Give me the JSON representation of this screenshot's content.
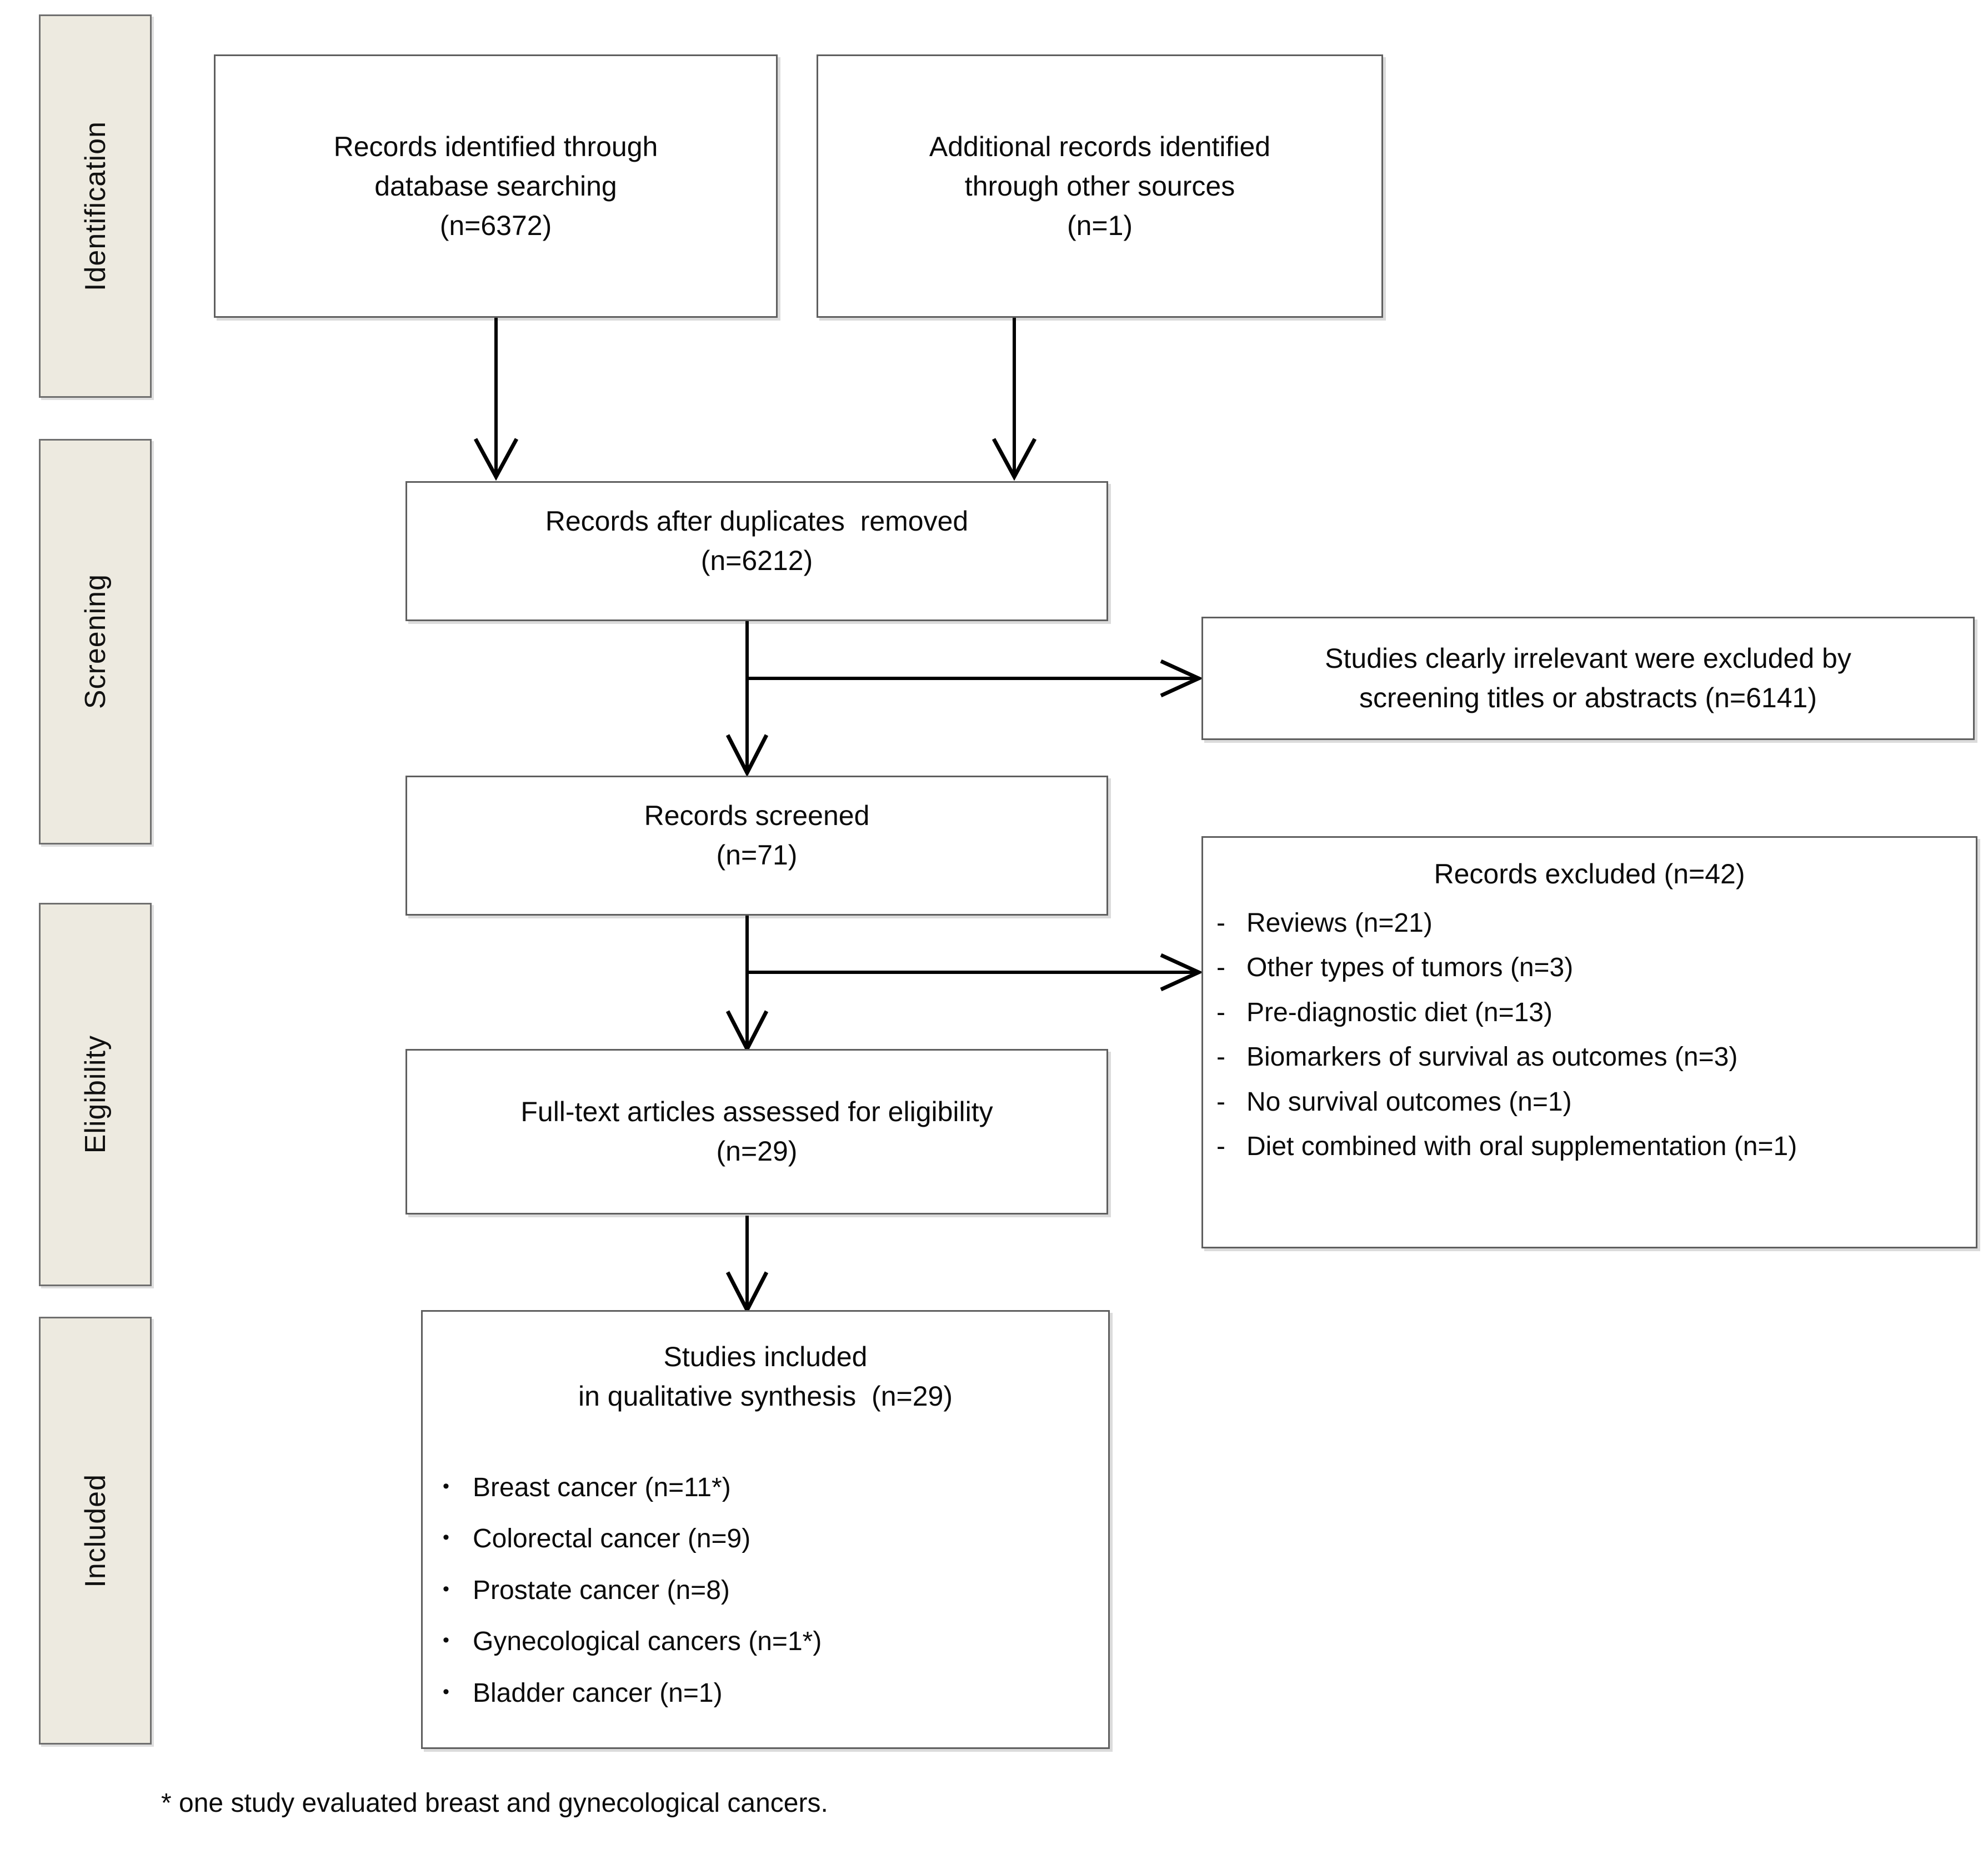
{
  "diagram": {
    "type": "prisma-flow-diagram",
    "stages": [
      {
        "id": "identification",
        "label": "Identification"
      },
      {
        "id": "screening",
        "label": "Screening"
      },
      {
        "id": "eligibility",
        "label": "Eligibility"
      },
      {
        "id": "included",
        "label": "Included"
      }
    ],
    "colors": {
      "band_fill": "#EDEAE0",
      "band_border": "#6F6F6F",
      "box_fill": "#FFFFFF",
      "box_border": "#5F5F5F",
      "text": "#0B0B0B",
      "connector": "#000000"
    },
    "boxes": {
      "database_search": {
        "lines": [
          "Records identified through",
          "database searching",
          "(n=6372)"
        ]
      },
      "other_sources": {
        "lines": [
          "Additional records identified",
          "through other sources",
          "(n=1)"
        ]
      },
      "duplicates_removed": {
        "lines": [
          "Records after duplicates  removed",
          "(n=6212)"
        ]
      },
      "irrelevant_excluded": {
        "lines": [
          "Studies clearly irrelevant were excluded by",
          "screening titles or abstracts (n=6141)"
        ]
      },
      "records_screened": {
        "lines": [
          "Records screened",
          "(n=71)"
        ]
      },
      "records_excluded": {
        "heading": "Records excluded (n=42)",
        "marker": "-",
        "items": [
          "Reviews (n=21)",
          "Other types of tumors (n=3)",
          "Pre-diagnostic diet (n=13)",
          "Biomarkers of survival as outcomes (n=3)",
          "No survival outcomes (n=1)",
          "Diet combined with oral supplementation (n=1)"
        ]
      },
      "full_text_assessed": {
        "lines": [
          "Full-text articles assessed for eligibility",
          "(n=29)"
        ]
      },
      "studies_included": {
        "lines": [
          "Studies included",
          "in qualitative synthesis  (n=29)"
        ],
        "marker": "•",
        "items": [
          "Breast cancer (n=11*)",
          "Colorectal cancer (n=9)",
          "Prostate cancer (n=8)",
          "Gynecological cancers (n=1*)",
          "Bladder cancer (n=1)"
        ]
      }
    },
    "footnote": "* one study evaluated breast and gynecological cancers."
  }
}
